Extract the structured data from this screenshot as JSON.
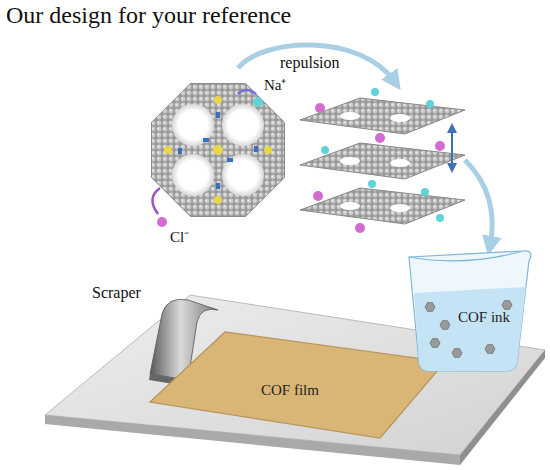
{
  "diagram": {
    "title": "Our design for your reference",
    "nodes": [
      {
        "text": [
          "COF film"
        ]
      },
      {
        "text": [
          "COF ink"
        ]
      }
    ],
    "labels": [
      "repulsion",
      "Na⁺",
      "Cl⁻",
      "Scraper"
    ]
  }
}
